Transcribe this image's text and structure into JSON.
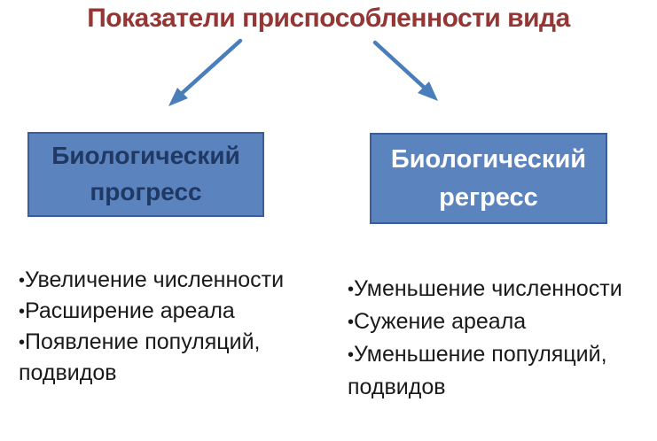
{
  "title": "Показатели приспособленности вида",
  "colors": {
    "title": "#943634",
    "box_fill": "#5B83BE",
    "box_border": "#3A5F98",
    "arrow": "#4A7EBB",
    "left_box_text": "#1F3864",
    "right_box_text": "#FFFFFF",
    "body_text": "#1A1A1A",
    "bg": "#FFFFFF"
  },
  "boxes": {
    "left": {
      "line1": "Биологический",
      "line2": "прогресс"
    },
    "right": {
      "line1": "Биологический",
      "line2": "регресс"
    }
  },
  "lists": {
    "left": {
      "lines": [
        {
          "bullet": "•",
          "text": "Увеличение численности"
        },
        {
          "bullet": "•",
          "text": "Расширение ареала"
        },
        {
          "bullet": "•",
          "text": "Появление популяций,"
        },
        {
          "bullet": "",
          "text": "подвидов"
        }
      ]
    },
    "right": {
      "lines": [
        {
          "bullet": "•",
          "text": "Уменьшение численности"
        },
        {
          "bullet": "•",
          "text": "Сужение ареала"
        },
        {
          "bullet": "•",
          "text": "Уменьшение популяций,"
        },
        {
          "bullet": "",
          "text": "подвидов"
        }
      ]
    }
  }
}
